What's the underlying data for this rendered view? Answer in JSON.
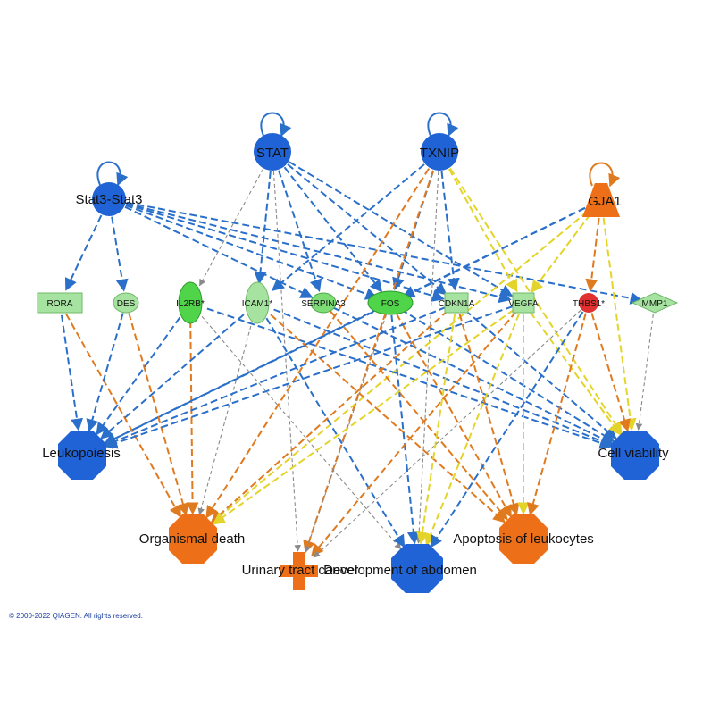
{
  "upstream_regulators": [
    {
      "id": "stat",
      "label": "STAT",
      "color": "#1f63d6",
      "shape": "circle",
      "self_loop": true
    },
    {
      "id": "txnip",
      "label": "TXNIP",
      "color": "#1f63d6",
      "shape": "circle",
      "self_loop": true
    },
    {
      "id": "stat3",
      "label": "Stat3-Stat3",
      "color": "#1f63d6",
      "shape": "circle",
      "self_loop": true
    },
    {
      "id": "gja1",
      "label": "GJA1",
      "color": "#ed7018",
      "shape": "trapezoid",
      "self_loop": true
    }
  ],
  "molecules": [
    {
      "id": "rora",
      "label": "RORA",
      "color": "#a7e3a0",
      "shape": "rectangle"
    },
    {
      "id": "des",
      "label": "DES",
      "color": "#a7e3a0",
      "shape": "ellipse"
    },
    {
      "id": "il2rb",
      "label": "IL2RB*",
      "color": "#4fd44a",
      "shape": "vertical-ellipse"
    },
    {
      "id": "icam1",
      "label": "ICAM1*",
      "color": "#a7e3a0",
      "shape": "vertical-ellipse"
    },
    {
      "id": "serpina3",
      "label": "SERPINA3",
      "color": "#7edc77",
      "shape": "ellipse"
    },
    {
      "id": "fos",
      "label": "FOS",
      "color": "#4fd44a",
      "shape": "ellipse"
    },
    {
      "id": "cdkn1a",
      "label": "CDKN1A",
      "color": "#a7e3a0",
      "shape": "rectangle"
    },
    {
      "id": "vegfa",
      "label": "VEGFA",
      "color": "#a7e3a0",
      "shape": "rectangle"
    },
    {
      "id": "thbs1",
      "label": "THBS1*",
      "color": "#e03030",
      "shape": "circle"
    },
    {
      "id": "mmp1",
      "label": "MMP1",
      "color": "#a7e3a0",
      "shape": "diamond"
    }
  ],
  "functions": [
    {
      "id": "leuko",
      "label": "Leukopoiesis",
      "color": "#1f63d6",
      "shape": "octagon"
    },
    {
      "id": "cellv",
      "label": "Cell viability",
      "color": "#1f63d6",
      "shape": "octagon"
    },
    {
      "id": "orgd",
      "label": "Organismal death",
      "color": "#ed7018",
      "shape": "octagon"
    },
    {
      "id": "apop",
      "label": "Apoptosis of leukocytes",
      "color": "#ed7018",
      "shape": "octagon"
    },
    {
      "id": "utc",
      "label": "Urinary tract cancer",
      "color": "#ed7018",
      "shape": "cross"
    },
    {
      "id": "devab",
      "label": "Development of abdomen",
      "color": "#1f63d6",
      "shape": "octagon"
    }
  ],
  "edge_colors": {
    "blue": "#2a6fc9",
    "orange": "#e07a1f",
    "yellow": "#e4d42a",
    "gray": "#8a8a8a"
  },
  "edges": [
    [
      "stat3",
      "rora",
      "blue"
    ],
    [
      "stat3",
      "des",
      "blue"
    ],
    [
      "stat3",
      "serpina3",
      "blue"
    ],
    [
      "stat3",
      "fos",
      "blue"
    ],
    [
      "stat3",
      "cdkn1a",
      "blue"
    ],
    [
      "stat3",
      "vegfa",
      "blue"
    ],
    [
      "stat3",
      "mmp1",
      "blue"
    ],
    [
      "stat",
      "icam1",
      "blue"
    ],
    [
      "stat",
      "il2rb",
      "gray"
    ],
    [
      "stat",
      "serpina3",
      "blue"
    ],
    [
      "stat",
      "fos",
      "blue"
    ],
    [
      "stat",
      "cdkn1a",
      "blue"
    ],
    [
      "stat",
      "vegfa",
      "blue"
    ],
    [
      "stat",
      "utc",
      "gray"
    ],
    [
      "txnip",
      "icam1",
      "blue"
    ],
    [
      "txnip",
      "fos",
      "blue"
    ],
    [
      "txnip",
      "cdkn1a",
      "blue"
    ],
    [
      "txnip",
      "vegfa",
      "yellow"
    ],
    [
      "txnip",
      "orgd",
      "orange"
    ],
    [
      "txnip",
      "cellv",
      "yellow"
    ],
    [
      "txnip",
      "devab",
      "gray"
    ],
    [
      "txnip",
      "utc",
      "orange"
    ],
    [
      "gja1",
      "thbs1",
      "orange"
    ],
    [
      "gja1",
      "cellv",
      "yellow"
    ],
    [
      "gja1",
      "fos",
      "blue"
    ],
    [
      "gja1",
      "leuko",
      "blue"
    ],
    [
      "gja1",
      "orgd",
      "yellow"
    ],
    [
      "gja1",
      "vegfa",
      "yellow"
    ],
    [
      "rora",
      "leuko",
      "blue"
    ],
    [
      "rora",
      "orgd",
      "orange"
    ],
    [
      "des",
      "orgd",
      "orange"
    ],
    [
      "des",
      "leuko",
      "blue"
    ],
    [
      "il2rb",
      "leuko",
      "blue"
    ],
    [
      "il2rb",
      "orgd",
      "orange"
    ],
    [
      "il2rb",
      "devab",
      "gray"
    ],
    [
      "il2rb",
      "cellv",
      "blue"
    ],
    [
      "icam1",
      "leuko",
      "blue"
    ],
    [
      "icam1",
      "orgd",
      "gray"
    ],
    [
      "icam1",
      "apop",
      "orange"
    ],
    [
      "icam1",
      "devab",
      "blue"
    ],
    [
      "icam1",
      "cellv",
      "blue"
    ],
    [
      "serpina3",
      "apop",
      "orange"
    ],
    [
      "serpina3",
      "cellv",
      "blue"
    ],
    [
      "fos",
      "leuko",
      "blue"
    ],
    [
      "fos",
      "utc",
      "gray"
    ],
    [
      "fos",
      "devab",
      "blue"
    ],
    [
      "fos",
      "apop",
      "orange"
    ],
    [
      "fos",
      "cellv",
      "blue"
    ],
    [
      "cdkn1a",
      "leuko",
      "blue"
    ],
    [
      "cdkn1a",
      "orgd",
      "orange"
    ],
    [
      "cdkn1a",
      "apop",
      "orange"
    ],
    [
      "cdkn1a",
      "devab",
      "yellow"
    ],
    [
      "cdkn1a",
      "cellv",
      "blue"
    ],
    [
      "vegfa",
      "leuko",
      "blue"
    ],
    [
      "vegfa",
      "orgd",
      "yellow"
    ],
    [
      "vegfa",
      "devab",
      "yellow"
    ],
    [
      "vegfa",
      "apop",
      "yellow"
    ],
    [
      "vegfa",
      "cellv",
      "yellow"
    ],
    [
      "vegfa",
      "utc",
      "orange"
    ],
    [
      "thbs1",
      "apop",
      "orange"
    ],
    [
      "thbs1",
      "cellv",
      "orange"
    ],
    [
      "thbs1",
      "devab",
      "blue"
    ],
    [
      "thbs1",
      "utc",
      "gray"
    ],
    [
      "mmp1",
      "cellv",
      "gray"
    ]
  ],
  "copyright": "© 2000-2022 QIAGEN. All rights reserved."
}
